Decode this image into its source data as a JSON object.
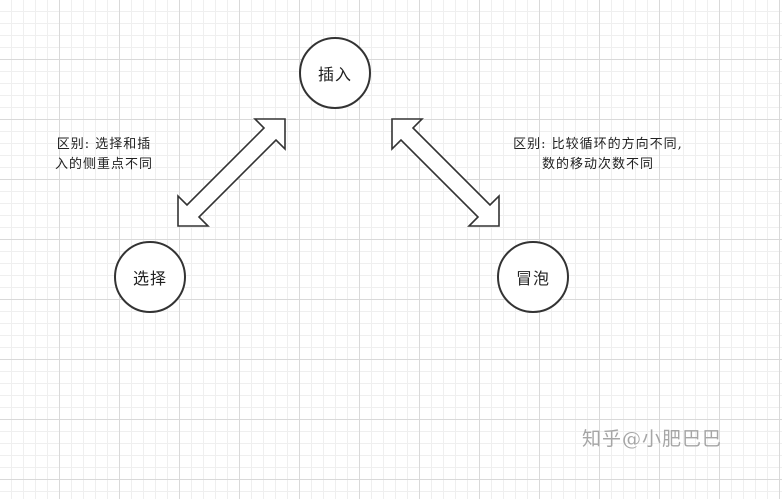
{
  "nodes": {
    "insert": "插入",
    "select": "选择",
    "bubble": "冒泡"
  },
  "notes": {
    "left": [
      "区别: 选择和插",
      "入的侧重点不同"
    ],
    "right": [
      "区别: 比较循环的方向不同,",
      "数的移动次数不同"
    ]
  },
  "watermark": "知乎@小肥巴巴"
}
